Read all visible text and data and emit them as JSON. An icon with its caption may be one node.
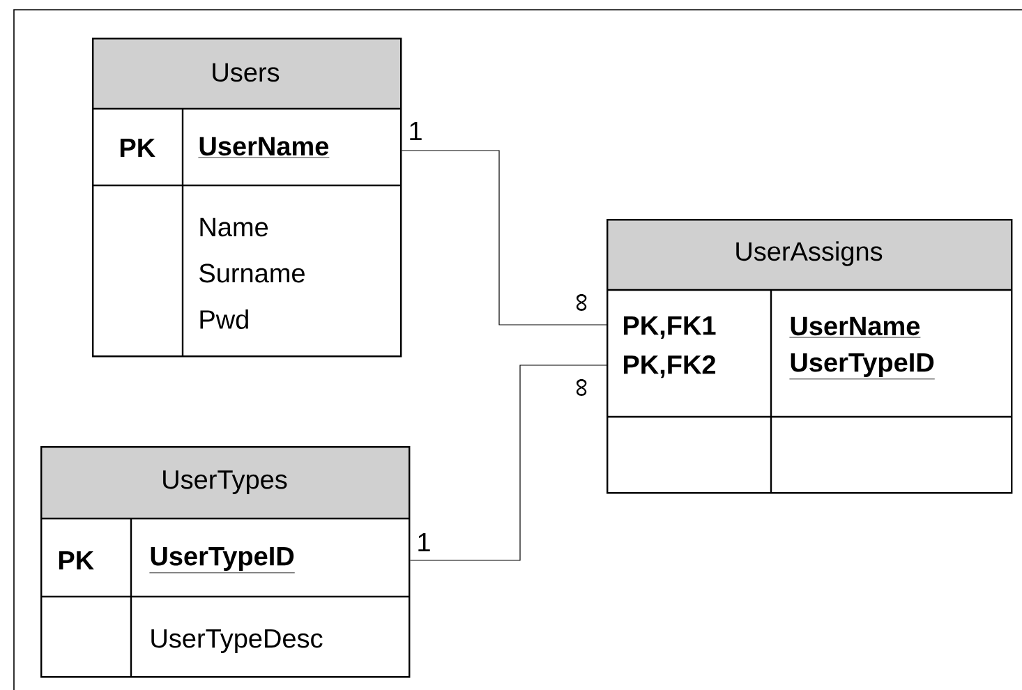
{
  "diagram": {
    "nodes": [
      {
        "text": [
          "Users",
          "PK",
          "UserName",
          "Name",
          "Surname",
          "Pwd"
        ]
      },
      {
        "text": [
          "UserAssigns",
          "PK,FK1",
          "PK,FK2",
          "UserName",
          "UserTypeID"
        ]
      },
      {
        "text": [
          "UserTypes",
          "PK",
          "UserTypeID",
          "UserTypeDesc"
        ]
      }
    ],
    "edges": [
      {
        "from": 0,
        "to": 1,
        "arrow": "none"
      },
      {
        "from": 2,
        "to": 1,
        "arrow": "none"
      }
    ],
    "labels": [
      "1",
      "∞",
      "∞",
      "1"
    ]
  }
}
